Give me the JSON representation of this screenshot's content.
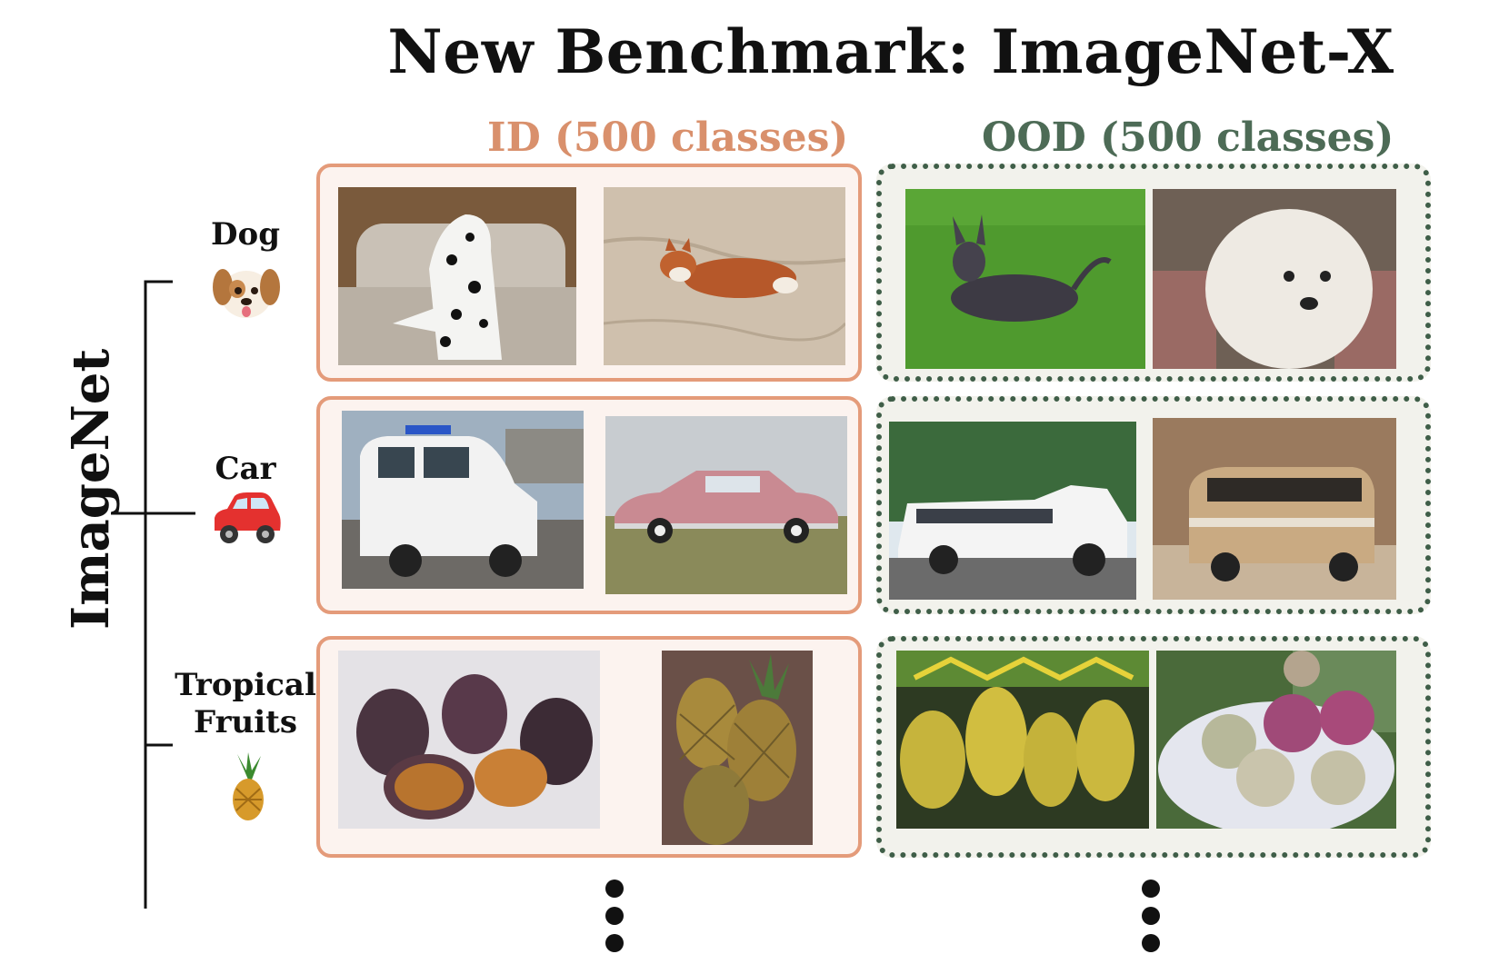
{
  "title": "New Benchmark: ImageNet-X",
  "columns": {
    "id": "ID (500 classes)",
    "ood": "OOD (500 classes)"
  },
  "side_label": "ImageNet",
  "categories": [
    {
      "line1": "Dog",
      "line2": "",
      "icon": "dog-face-icon"
    },
    {
      "line1": "Car",
      "line2": "",
      "icon": "red-car-icon"
    },
    {
      "line1": "Tropical",
      "line2": "Fruits",
      "icon": "pineapple-icon"
    }
  ],
  "colors": {
    "id_border": "#e49b7a",
    "id_text": "#d9906c",
    "ood_border": "#3f5e48",
    "ood_text": "#4d6b56"
  },
  "photos": [
    "dalmatian-photo",
    "corgi-on-sand-photo",
    "hairless-dog-on-grass-photo",
    "white-fluffy-dog-photo",
    "white-van-photo",
    "pink-vintage-car-photo",
    "white-limousine-photo",
    "beige-vw-bus-photo",
    "figs-photo",
    "pineapples-photo",
    "jackfruit-photo",
    "sugar-apples-photo"
  ]
}
